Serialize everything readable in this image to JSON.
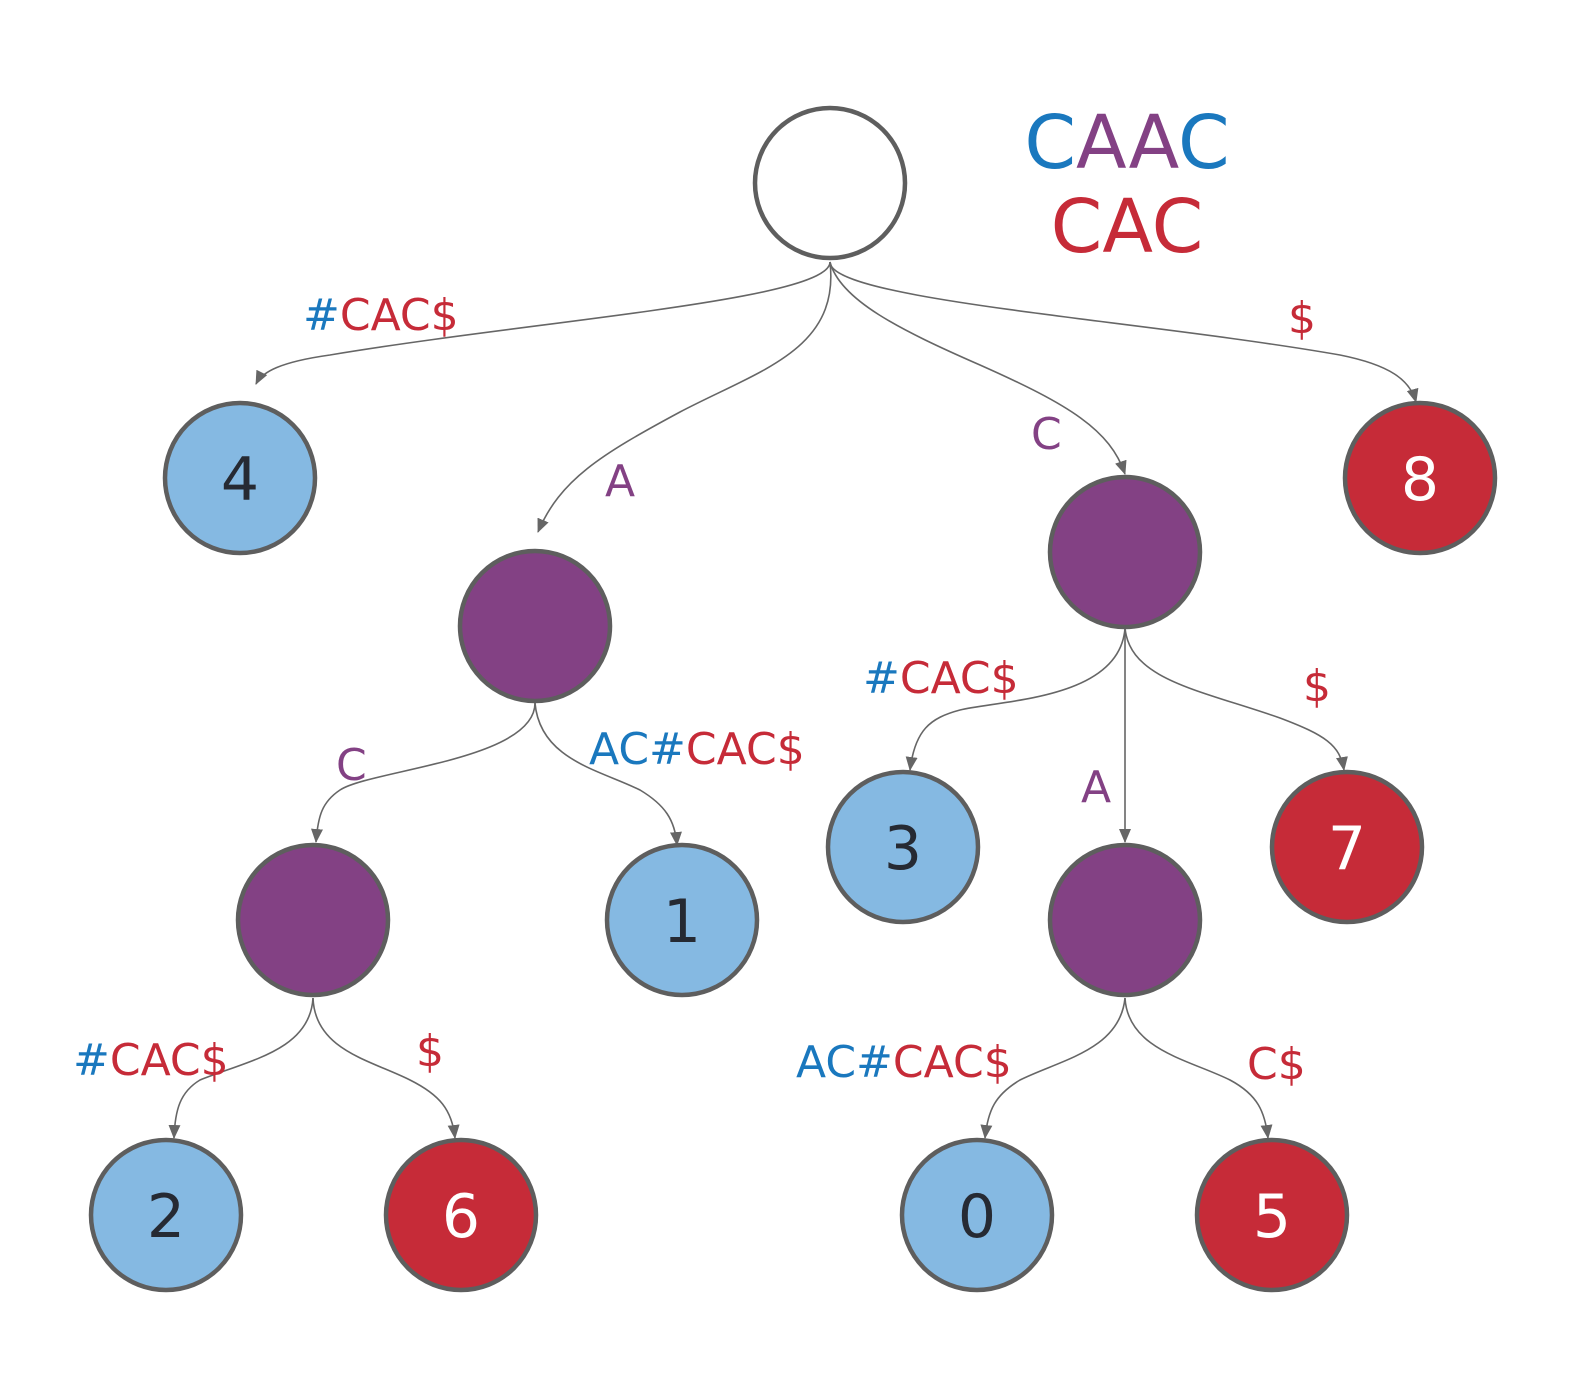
{
  "colors": {
    "blue_node": "#85b9e2",
    "red_node": "#c62b38",
    "purple_node": "#834184",
    "root_node": "#ffffff",
    "blue_text": "#1a78be",
    "red_text": "#c62b38",
    "purple_text": "#834184",
    "dark_text": "#262a33",
    "white_text": "#ffffff",
    "edge": "#666666",
    "node_stroke": "#5e5e5e"
  },
  "strings": {
    "line1": [
      {
        "text": "C",
        "color": "blue_text"
      },
      {
        "text": "AA",
        "color": "purple_text"
      },
      {
        "text": "C",
        "color": "blue_text"
      }
    ],
    "line2": [
      {
        "text": "CAC",
        "color": "red_text"
      }
    ]
  },
  "nodes": [
    {
      "id": "root",
      "kind": "root",
      "label": ""
    },
    {
      "id": "n4",
      "kind": "blue",
      "label": "4"
    },
    {
      "id": "nA",
      "kind": "purple",
      "label": ""
    },
    {
      "id": "nC",
      "kind": "purple",
      "label": ""
    },
    {
      "id": "n8",
      "kind": "red",
      "label": "8"
    },
    {
      "id": "nAC",
      "kind": "purple",
      "label": ""
    },
    {
      "id": "n1",
      "kind": "blue",
      "label": "1"
    },
    {
      "id": "n3",
      "kind": "blue",
      "label": "3"
    },
    {
      "id": "nCA",
      "kind": "purple",
      "label": ""
    },
    {
      "id": "n7",
      "kind": "red",
      "label": "7"
    },
    {
      "id": "n2",
      "kind": "blue",
      "label": "2"
    },
    {
      "id": "n6",
      "kind": "red",
      "label": "6"
    },
    {
      "id": "n0",
      "kind": "blue",
      "label": "0"
    },
    {
      "id": "n5",
      "kind": "red",
      "label": "5"
    }
  ],
  "edges": [
    {
      "from": "root",
      "to": "n4",
      "label": [
        {
          "text": "#",
          "color": "blue_text"
        },
        {
          "text": "CAC$",
          "color": "red_text"
        }
      ]
    },
    {
      "from": "root",
      "to": "nA",
      "label": [
        {
          "text": "A",
          "color": "purple_text"
        }
      ]
    },
    {
      "from": "root",
      "to": "nC",
      "label": [
        {
          "text": "C",
          "color": "purple_text"
        }
      ]
    },
    {
      "from": "root",
      "to": "n8",
      "label": [
        {
          "text": "$",
          "color": "red_text"
        }
      ]
    },
    {
      "from": "nA",
      "to": "nAC",
      "label": [
        {
          "text": "C",
          "color": "purple_text"
        }
      ]
    },
    {
      "from": "nA",
      "to": "n1",
      "label": [
        {
          "text": "AC#",
          "color": "blue_text"
        },
        {
          "text": "CAC$",
          "color": "red_text"
        }
      ]
    },
    {
      "from": "nC",
      "to": "n3",
      "label": [
        {
          "text": "#",
          "color": "blue_text"
        },
        {
          "text": "CAC$",
          "color": "red_text"
        }
      ]
    },
    {
      "from": "nC",
      "to": "nCA",
      "label": [
        {
          "text": "A",
          "color": "purple_text"
        }
      ]
    },
    {
      "from": "nC",
      "to": "n7",
      "label": [
        {
          "text": "$",
          "color": "red_text"
        }
      ]
    },
    {
      "from": "nAC",
      "to": "n2",
      "label": [
        {
          "text": "#",
          "color": "blue_text"
        },
        {
          "text": "CAC$",
          "color": "red_text"
        }
      ]
    },
    {
      "from": "nAC",
      "to": "n6",
      "label": [
        {
          "text": "$",
          "color": "red_text"
        }
      ]
    },
    {
      "from": "nCA",
      "to": "n0",
      "label": [
        {
          "text": "AC#",
          "color": "blue_text"
        },
        {
          "text": "CAC$",
          "color": "red_text"
        }
      ]
    },
    {
      "from": "nCA",
      "to": "n5",
      "label": [
        {
          "text": "C$",
          "color": "red_text"
        }
      ]
    }
  ]
}
